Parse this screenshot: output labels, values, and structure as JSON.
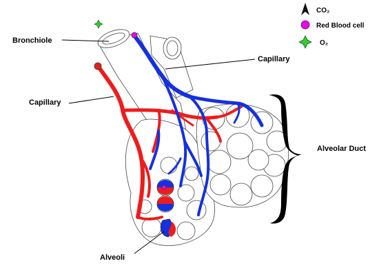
{
  "labels": {
    "bronchiole": "Bronchiole",
    "capillary_top": "Capillary",
    "capillary_left": "Capillary",
    "alveolar_duct": "Alveolar Duct",
    "alveoli": "Alveoli"
  },
  "legend": {
    "items": [
      {
        "label": "CO₂",
        "icon": "co2-arrow-icon",
        "color": "#111111"
      },
      {
        "label": "Red Blood cell",
        "icon": "red-blood-cell-icon",
        "color": "#ee00ee"
      },
      {
        "label": "O₂",
        "icon": "o2-star-icon",
        "color": "#33cc33"
      }
    ]
  },
  "colors": {
    "oxygenated": "#ee1c1c",
    "deoxygenated": "#1530e0",
    "outline": "#444444"
  }
}
